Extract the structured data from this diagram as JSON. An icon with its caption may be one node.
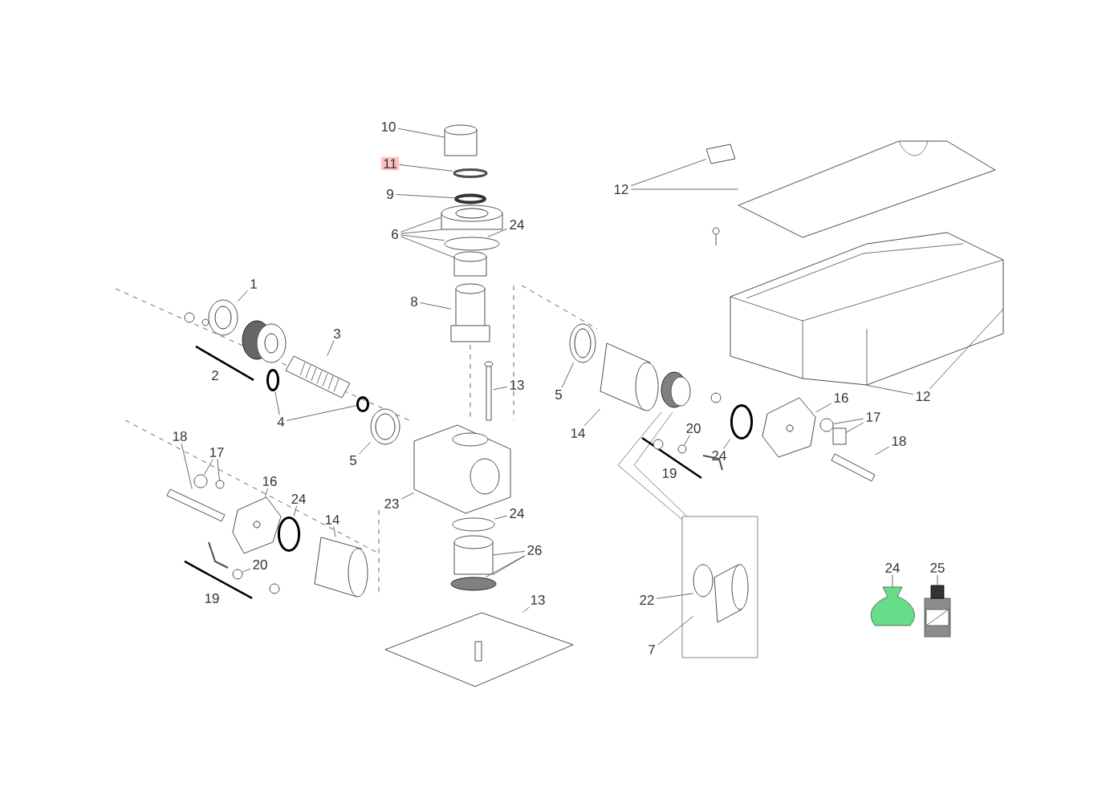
{
  "diagram": {
    "nodes": [
      {
        "text": [
          "10"
        ]
      },
      {
        "text": [
          "11"
        ]
      },
      {
        "text": [
          "12"
        ]
      },
      {
        "text": [
          "9"
        ]
      },
      {
        "text": [
          "6"
        ]
      },
      {
        "text": [
          "24"
        ]
      },
      {
        "text": [
          "1"
        ]
      },
      {
        "text": [
          "8"
        ]
      },
      {
        "text": [
          "3"
        ]
      },
      {
        "text": [
          "2"
        ]
      },
      {
        "text": [
          "13"
        ]
      },
      {
        "text": [
          "5"
        ]
      },
      {
        "text": [
          "12"
        ]
      },
      {
        "text": [
          "14"
        ]
      },
      {
        "text": [
          "4"
        ]
      },
      {
        "text": [
          "16"
        ]
      },
      {
        "text": [
          "17"
        ]
      },
      {
        "text": [
          "20"
        ]
      },
      {
        "text": [
          "24"
        ]
      },
      {
        "text": [
          "5"
        ]
      },
      {
        "text": [
          "18"
        ]
      },
      {
        "text": [
          "18"
        ]
      },
      {
        "text": [
          "17"
        ]
      },
      {
        "text": [
          "16"
        ]
      },
      {
        "text": [
          "19"
        ]
      },
      {
        "text": [
          "24"
        ]
      },
      {
        "text": [
          "14"
        ]
      },
      {
        "text": [
          "23"
        ]
      },
      {
        "text": [
          "24"
        ]
      },
      {
        "text": [
          "26"
        ]
      },
      {
        "text": [
          "20"
        ]
      },
      {
        "text": [
          "19"
        ]
      },
      {
        "text": [
          "13"
        ]
      },
      {
        "text": [
          "22"
        ]
      },
      {
        "text": [
          "7"
        ]
      },
      {
        "text": [
          "24"
        ]
      },
      {
        "text": [
          "25"
        ]
      },
      {
        "text": [],
        "shape": "cylinder"
      },
      {
        "text": [],
        "shape": "circle"
      },
      {
        "text": [],
        "shape": "picture"
      },
      {
        "text": [],
        "shape": "picture"
      },
      {
        "text": [],
        "shape": "circle"
      },
      {
        "text": [],
        "shape": "cylinder"
      },
      {
        "text": [],
        "shape": "circle"
      },
      {
        "text": [],
        "shape": "cylinder"
      },
      {
        "text": [],
        "shape": "cylinder"
      },
      {
        "text": [],
        "shape": "picture"
      },
      {
        "text": [],
        "shape": "picture"
      },
      {
        "text": [],
        "shape": "bar"
      },
      {
        "text": [],
        "shape": "picture"
      },
      {
        "text": [],
        "shape": "picture"
      },
      {
        "text": [],
        "shape": "picture"
      },
      {
        "text": [],
        "shape": "circle"
      },
      {
        "text": [],
        "shape": "circle"
      },
      {
        "text": [],
        "shape": "picture"
      },
      {
        "text": [],
        "shape": "circle"
      },
      {
        "text": [],
        "shape": "box"
      },
      {
        "text": [],
        "shape": "circle"
      },
      {
        "text": [],
        "shape": "circle"
      },
      {
        "text": [],
        "shape": "picture"
      },
      {
        "text": [],
        "shape": "bar"
      },
      {
        "text": [],
        "shape": "bar"
      },
      {
        "text": [],
        "shape": "circle"
      },
      {
        "text": [],
        "shape": "circle"
      },
      {
        "text": [],
        "shape": "picture"
      },
      {
        "text": [],
        "shape": "circle"
      },
      {
        "text": [],
        "shape": "picture"
      },
      {
        "text": [],
        "shape": "picture"
      },
      {
        "text": [],
        "shape": "circle"
      },
      {
        "text": [],
        "shape": "cylinder"
      },
      {
        "text": [],
        "shape": "circle"
      },
      {
        "text": [],
        "shape": "circle"
      },
      {
        "text": [],
        "shape": "picture"
      },
      {
        "text": [],
        "shape": "picture"
      },
      {
        "text": [],
        "shape": "picture"
      },
      {
        "text": [],
        "shape": "picture"
      },
      {
        "text": [],
        "shape": "cylinder"
      },
      {
        "text": [],
        "shape": "picture"
      },
      {
        "text": [],
        "shape": "circle"
      },
      {
        "text": [],
        "shape": "circle"
      },
      {
        "text": [],
        "shape": "picture"
      },
      {
        "text": [],
        "shape": "circle"
      },
      {
        "text": [],
        "shape": "circle"
      },
      {
        "text": [],
        "shape": "circle"
      }
    ],
    "edges": [
      {
        "from": 0,
        "to": 37,
        "arrow": "none"
      },
      {
        "from": 1,
        "to": 38,
        "arrow": "none"
      },
      {
        "from": 2,
        "to": 39,
        "arrow": "none"
      },
      {
        "from": 2,
        "to": 40,
        "arrow": "none"
      },
      {
        "from": 3,
        "to": 41,
        "arrow": "none"
      },
      {
        "from": 4,
        "to": 42,
        "arrow": "none"
      },
      {
        "from": 4,
        "to": 42,
        "arrow": "none"
      },
      {
        "from": 4,
        "to": 43,
        "arrow": "none"
      },
      {
        "from": 4,
        "to": 44,
        "arrow": "none"
      },
      {
        "from": 5,
        "to": 43,
        "arrow": "none"
      },
      {
        "from": 6,
        "to": 46,
        "arrow": "none"
      },
      {
        "from": 7,
        "to": 45,
        "arrow": "none"
      },
      {
        "from": 8,
        "to": 47,
        "arrow": "none"
      },
      {
        "from": 10,
        "to": 48,
        "arrow": "none"
      },
      {
        "from": 11,
        "to": 49,
        "arrow": "none"
      },
      {
        "from": 12,
        "to": 50,
        "arrow": "none"
      },
      {
        "from": 12,
        "to": 50,
        "arrow": "none"
      },
      {
        "from": 13,
        "to": 51,
        "arrow": "none"
      },
      {
        "from": 14,
        "to": 52,
        "arrow": "none"
      },
      {
        "from": 14,
        "to": 53,
        "arrow": "none"
      },
      {
        "from": 15,
        "to": 54,
        "arrow": "none"
      },
      {
        "from": 16,
        "to": 55,
        "arrow": "none"
      },
      {
        "from": 16,
        "to": 56,
        "arrow": "none"
      },
      {
        "from": 17,
        "to": 57,
        "arrow": "none"
      },
      {
        "from": 18,
        "to": 58,
        "arrow": "none"
      },
      {
        "from": 19,
        "to": 59,
        "arrow": "none"
      },
      {
        "from": 20,
        "to": 60,
        "arrow": "none"
      },
      {
        "from": 21,
        "to": 61,
        "arrow": "none"
      },
      {
        "from": 22,
        "to": 62,
        "arrow": "none"
      },
      {
        "from": 22,
        "to": 63,
        "arrow": "none"
      },
      {
        "from": 23,
        "to": 64,
        "arrow": "none"
      },
      {
        "from": 25,
        "to": 65,
        "arrow": "none"
      },
      {
        "from": 26,
        "to": 66,
        "arrow": "none"
      },
      {
        "from": 27,
        "to": 67,
        "arrow": "none"
      },
      {
        "from": 28,
        "to": 68,
        "arrow": "none"
      },
      {
        "from": 29,
        "to": 69,
        "arrow": "none"
      },
      {
        "from": 29,
        "to": 69,
        "arrow": "none"
      },
      {
        "from": 29,
        "to": 70,
        "arrow": "none"
      },
      {
        "from": 30,
        "to": 71,
        "arrow": "none"
      },
      {
        "from": 32,
        "to": 72,
        "arrow": "none"
      },
      {
        "from": 33,
        "to": 73,
        "arrow": "none"
      },
      {
        "from": 34,
        "to": 73,
        "arrow": "none"
      },
      {
        "from": 35,
        "to": 74,
        "arrow": "none"
      },
      {
        "from": 36,
        "to": 75,
        "arrow": "none"
      }
    ]
  }
}
